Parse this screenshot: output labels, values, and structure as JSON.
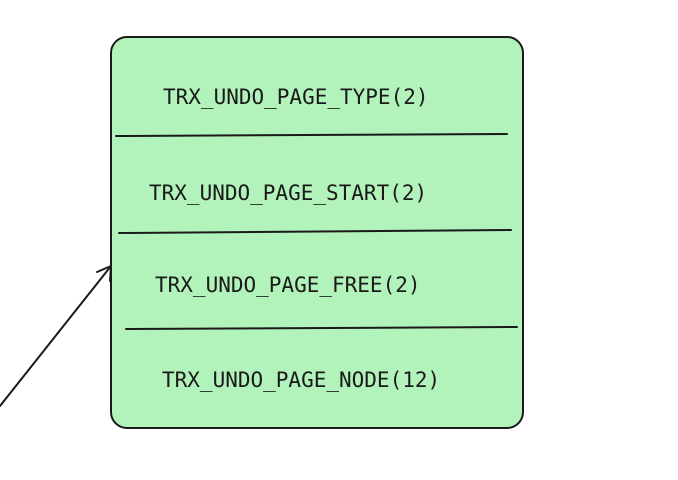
{
  "colors": {
    "box_fill": "#b2f2bb",
    "stroke": "#1a1a1a",
    "background": "#ffffff"
  },
  "undo_page_header": {
    "fields": [
      {
        "label": "TRX_UNDO_PAGE_TYPE(2)"
      },
      {
        "label": "TRX_UNDO_PAGE_START(2)"
      },
      {
        "label": "TRX_UNDO_PAGE_FREE(2)"
      },
      {
        "label": "TRX_UNDO_PAGE_NODE(12)"
      }
    ]
  }
}
